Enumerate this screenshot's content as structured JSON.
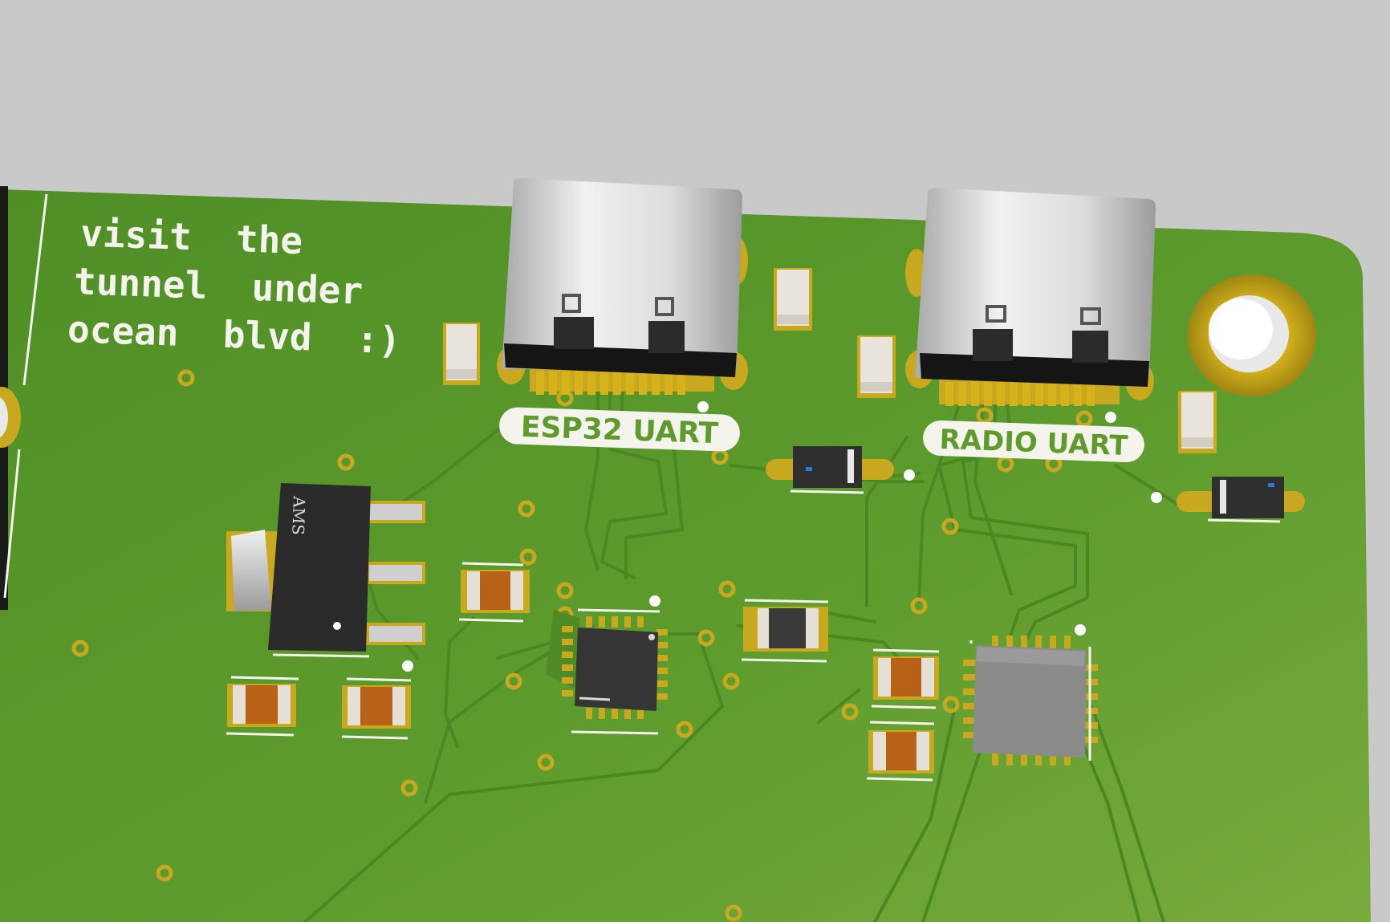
{
  "scene": {
    "background": "#c9c9c9",
    "board_color": "#5f9a2c",
    "silkscreen_color": "#f4f4ec",
    "pad_color": "#c8a81e"
  },
  "silkscreen": {
    "note_line1": "visit  the",
    "note_line2": "tunnel  under",
    "note_line3": "ocean  blvd  :)",
    "label_esp32": "ESP32 UART",
    "label_radio": "RADIO UART"
  },
  "components": {
    "regulator_marking": "AMS"
  }
}
